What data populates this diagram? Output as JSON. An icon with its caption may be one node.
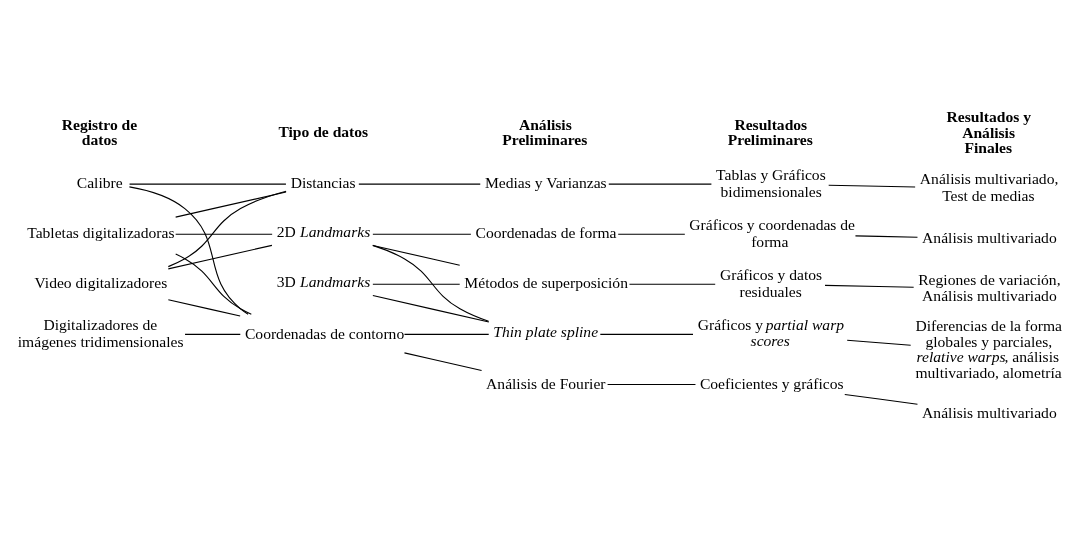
{
  "diagram": {
    "nodes": [
      {
        "text": [
          "Calibre"
        ]
      },
      {
        "text": [
          "Tabletas digitalizadoras"
        ]
      },
      {
        "text": [
          "Video digitalizadores"
        ]
      },
      {
        "text": [
          "Digitalizadores de imágenes tridimensionales"
        ]
      },
      {
        "text": [
          "Distancias"
        ]
      },
      {
        "text": [
          "2D *Landmarks*"
        ]
      },
      {
        "text": [
          "3D *Landmarks*"
        ]
      },
      {
        "text": [
          "Coordenadas de contorno"
        ]
      },
      {
        "text": [
          "Medias y Varianzas"
        ]
      },
      {
        "text": [
          "Coordenadas de forma"
        ]
      },
      {
        "text": [
          "Métodos de superposición"
        ]
      },
      {
        "text": [
          "*Thin plate spline*"
        ]
      },
      {
        "text": [
          "Análisis de Fourier"
        ]
      },
      {
        "text": [
          "Tablas y Gráficos bidimensionales"
        ]
      },
      {
        "text": [
          "Gráficos y coordenadas de forma"
        ]
      },
      {
        "text": [
          "Gráficos y datos residuales"
        ]
      },
      {
        "text": [
          "Gráficos y *partial warp scores*"
        ]
      },
      {
        "text": [
          "Coeficientes y gráficos"
        ]
      },
      {
        "text": [
          "Análisis multivariado, Test de medias"
        ]
      },
      {
        "text": [
          "Análisis multivariado"
        ]
      },
      {
        "text": [
          "Regiones de variación, Análisis multivariado"
        ]
      },
      {
        "text": [
          "Diferencias de la forma globales y parciales, *relative warps*, análisis multivariado, alometría"
        ]
      },
      {
        "text": [
          "Análisis multivariado"
        ]
      }
    ],
    "edges": [
      {
        "from": 0,
        "to": 4,
        "arrow": "none"
      },
      {
        "from": 1,
        "to": 4,
        "arrow": "none"
      },
      {
        "from": 2,
        "to": 4,
        "arrow": "none"
      },
      {
        "from": 0,
        "to": 7,
        "arrow": "none"
      },
      {
        "from": 1,
        "to": 5,
        "arrow": "none"
      },
      {
        "from": 2,
        "to": 5,
        "arrow": "none"
      },
      {
        "from": 1,
        "to": 7,
        "arrow": "none"
      },
      {
        "from": 2,
        "to": 7,
        "arrow": "none"
      },
      {
        "from": 3,
        "to": 7,
        "arrow": "none"
      },
      {
        "from": 4,
        "to": 8,
        "arrow": "none"
      },
      {
        "from": 5,
        "to": 9,
        "arrow": "none"
      },
      {
        "from": 5,
        "to": 10,
        "arrow": "none"
      },
      {
        "from": 5,
        "to": 11,
        "arrow": "none"
      },
      {
        "from": 6,
        "to": 10,
        "arrow": "none"
      },
      {
        "from": 6,
        "to": 11,
        "arrow": "none"
      },
      {
        "from": 7,
        "to": 11,
        "arrow": "none"
      },
      {
        "from": 7,
        "to": 12,
        "arrow": "none"
      },
      {
        "from": 8,
        "to": 13,
        "arrow": "none"
      },
      {
        "from": 9,
        "to": 14,
        "arrow": "none"
      },
      {
        "from": 10,
        "to": 15,
        "arrow": "none"
      },
      {
        "from": 11,
        "to": 16,
        "arrow": "none"
      },
      {
        "from": 12,
        "to": 17,
        "arrow": "none"
      },
      {
        "from": 13,
        "to": 18,
        "arrow": "none"
      },
      {
        "from": 14,
        "to": 19,
        "arrow": "none"
      },
      {
        "from": 15,
        "to": 20,
        "arrow": "none"
      },
      {
        "from": 16,
        "to": 21,
        "arrow": "none"
      },
      {
        "from": 17,
        "to": 22,
        "arrow": "none"
      }
    ],
    "labels": [
      "Registro de datos",
      "Tipo de datos",
      "Análisis Preliminares",
      "Resultados Preliminares",
      "Resultados y Análisis Finales"
    ]
  }
}
